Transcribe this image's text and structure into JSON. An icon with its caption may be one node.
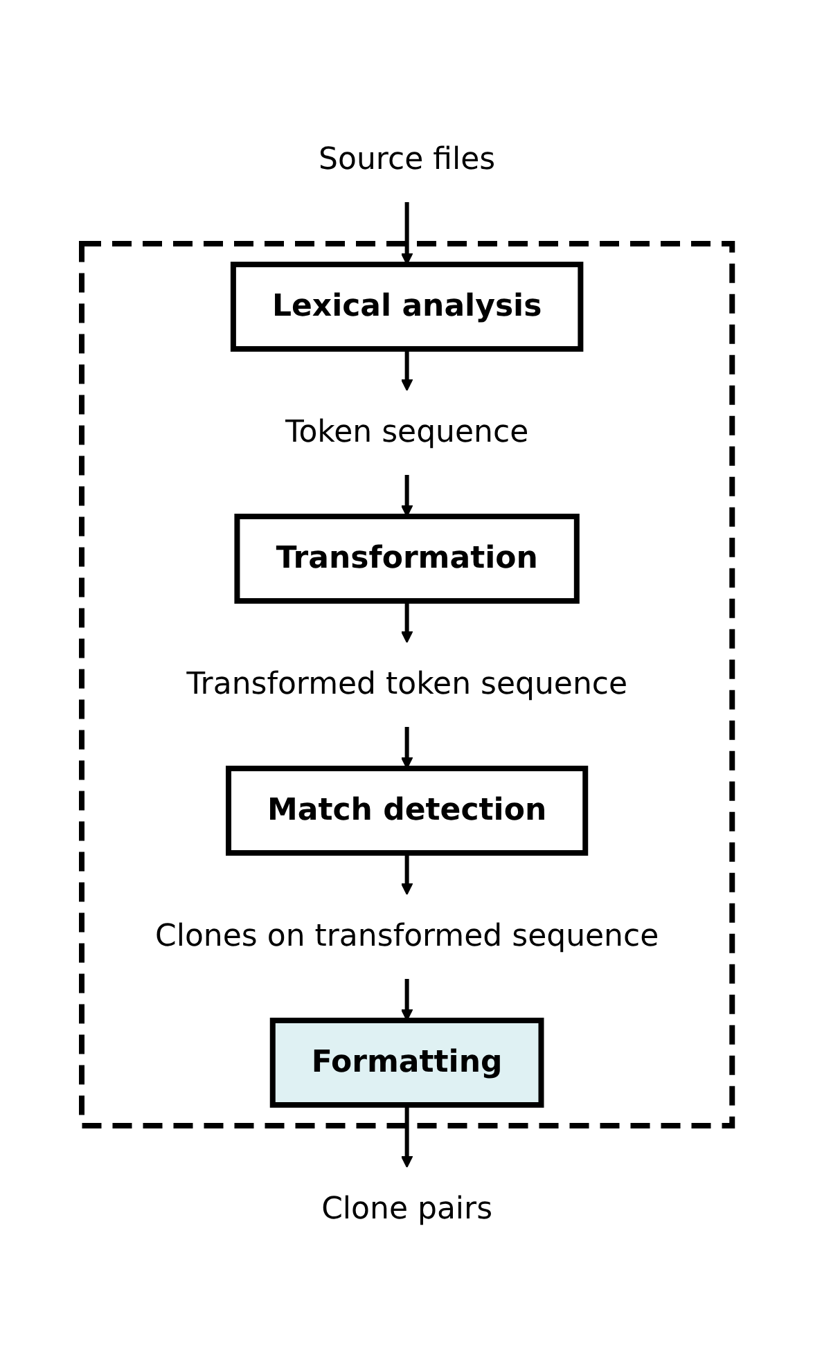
{
  "diagram": {
    "nodes": [
      {
        "text": [],
        "shape": "box"
      },
      {
        "text": [
          "Source files"
        ]
      },
      {
        "text": [
          "Lexical analysis"
        ],
        "in": 0
      },
      {
        "text": [
          "Token sequence"
        ],
        "in": 0
      },
      {
        "text": [
          "Transformation"
        ],
        "in": 0
      },
      {
        "text": [
          "Transformed token sequence"
        ],
        "in": 0
      },
      {
        "text": [
          "Match detection"
        ],
        "in": 0
      },
      {
        "text": [
          "Clones on transformed sequence"
        ],
        "in": 0
      },
      {
        "text": [
          "Formatting"
        ],
        "in": 0
      },
      {
        "text": [
          "Clone pairs"
        ]
      }
    ],
    "edges": [
      {
        "from": 1,
        "to": 2,
        "arrow": "to"
      },
      {
        "from": 2,
        "to": 3,
        "arrow": "to"
      },
      {
        "from": 3,
        "to": 4,
        "arrow": "to"
      },
      {
        "from": 4,
        "to": 5,
        "arrow": "to"
      },
      {
        "from": 5,
        "to": 6,
        "arrow": "to"
      },
      {
        "from": 6,
        "to": 7,
        "arrow": "to"
      },
      {
        "from": 7,
        "to": 8,
        "arrow": "to"
      },
      {
        "from": 8,
        "to": 9,
        "arrow": "to"
      }
    ]
  }
}
